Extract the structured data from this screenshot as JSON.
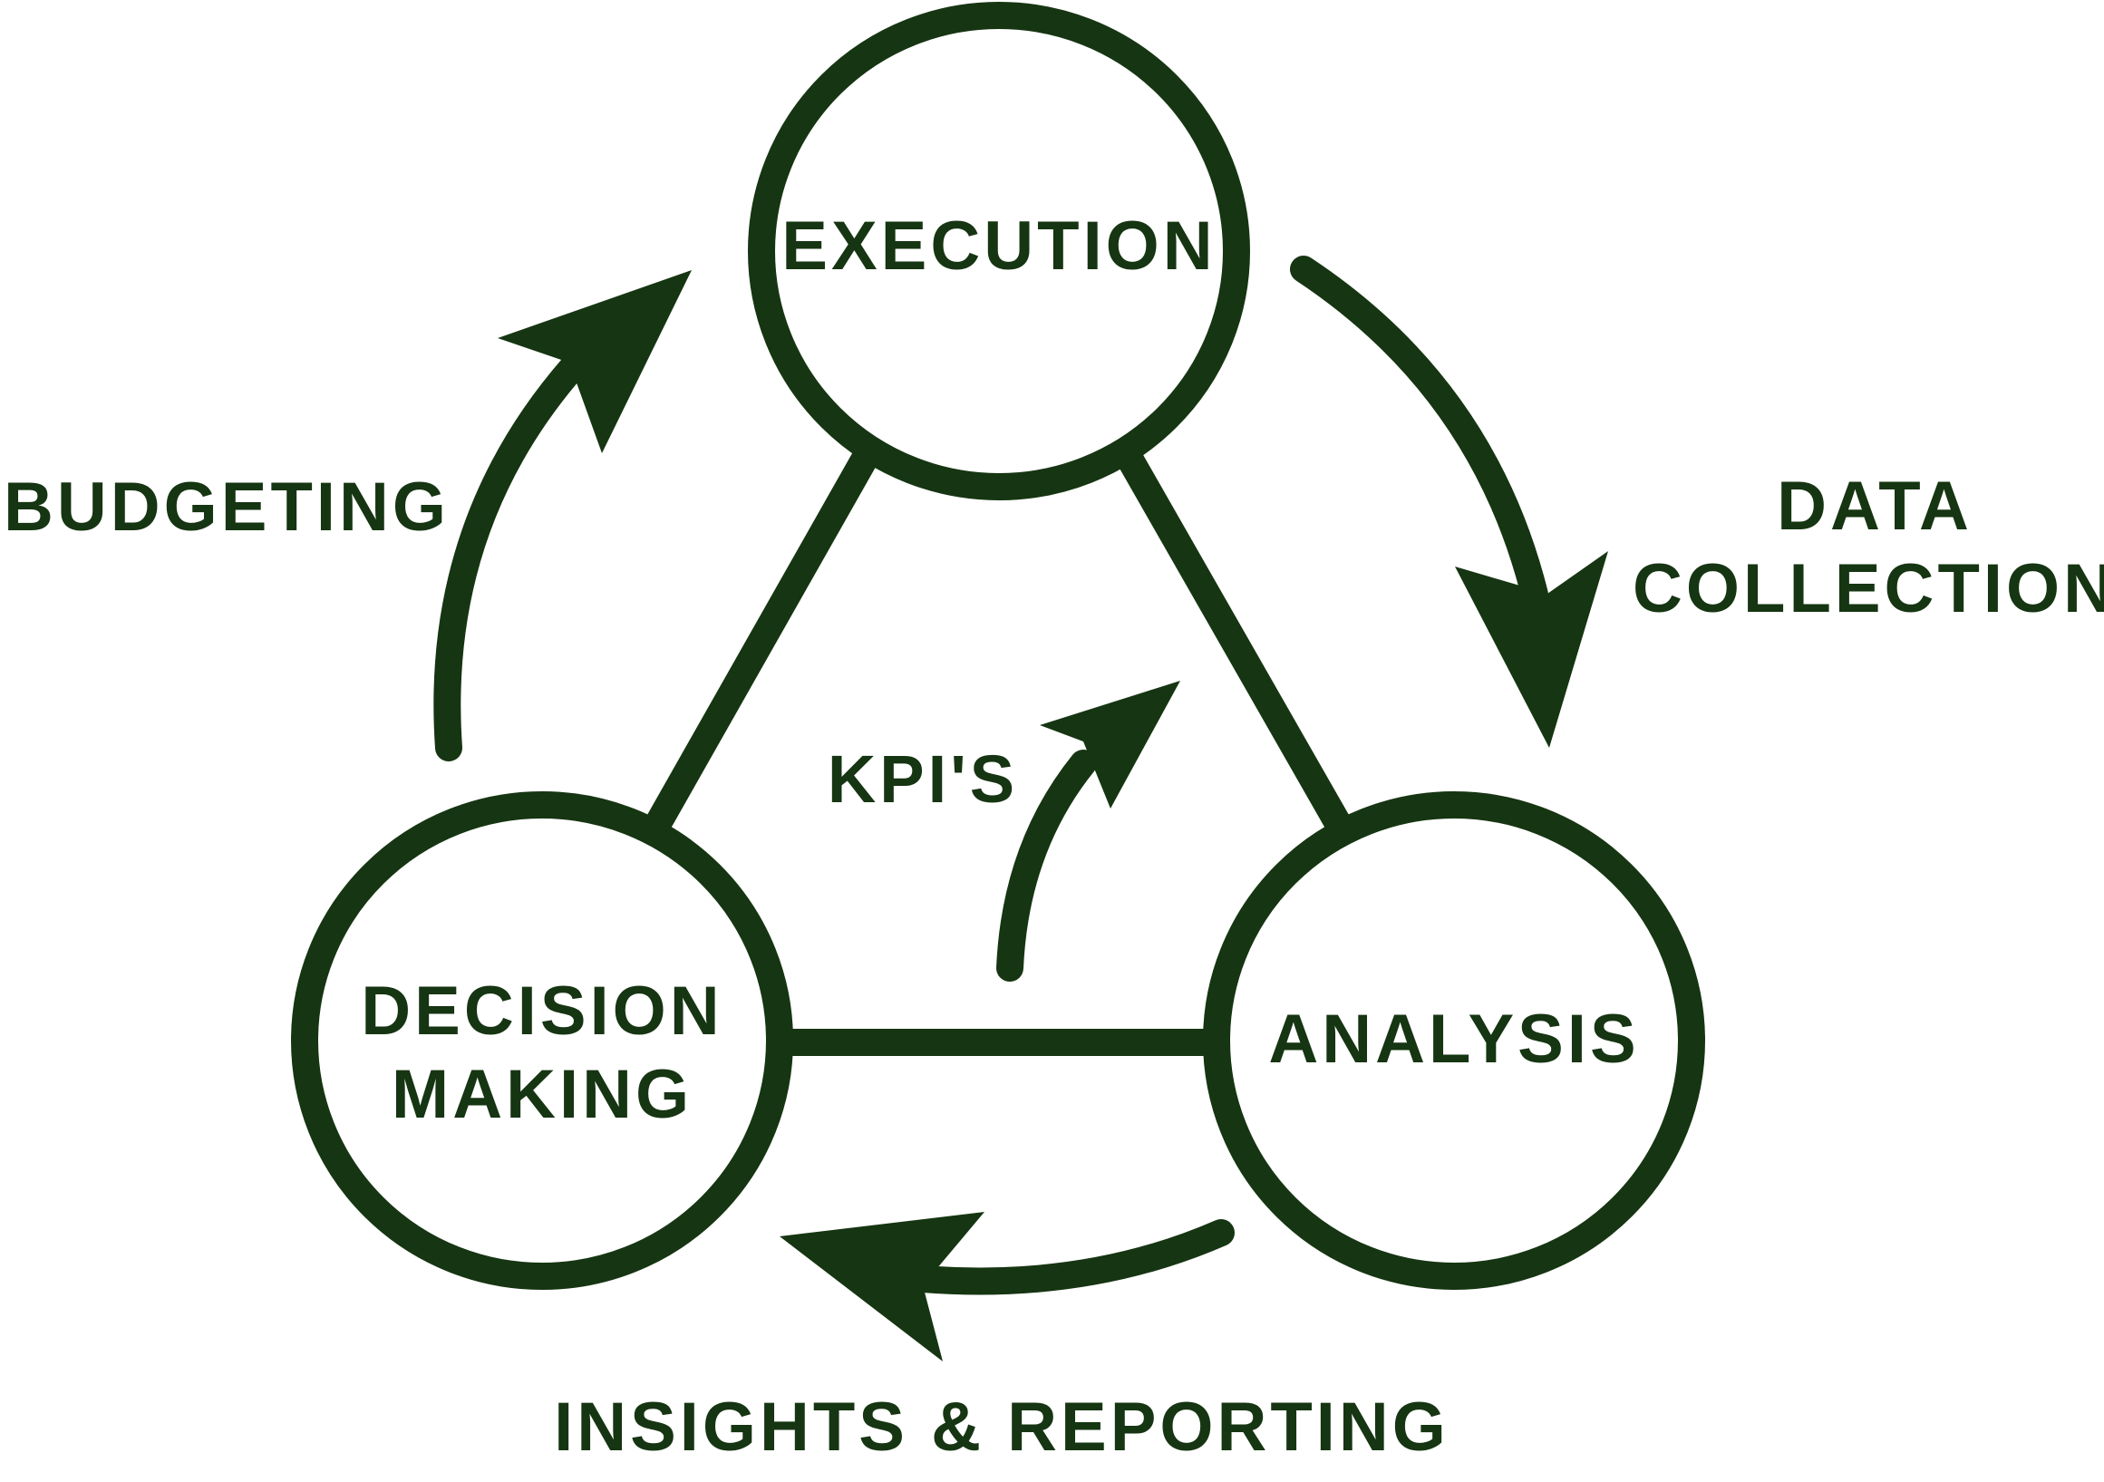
{
  "colors": {
    "ink": "#163512",
    "background": "#ffffff"
  },
  "nodes": {
    "execution": {
      "label": "EXECUTION"
    },
    "analysis": {
      "label": "ANALYSIS"
    },
    "decision_making": {
      "line1": "DECISION",
      "line2": "MAKING"
    }
  },
  "edge_labels": {
    "budgeting": "BUDGETING",
    "data_collection_line1": "DATA",
    "data_collection_line2": "COLLECTION",
    "kpis": "KPI'S",
    "insights_reporting": "INSIGHTS & REPORTING"
  }
}
